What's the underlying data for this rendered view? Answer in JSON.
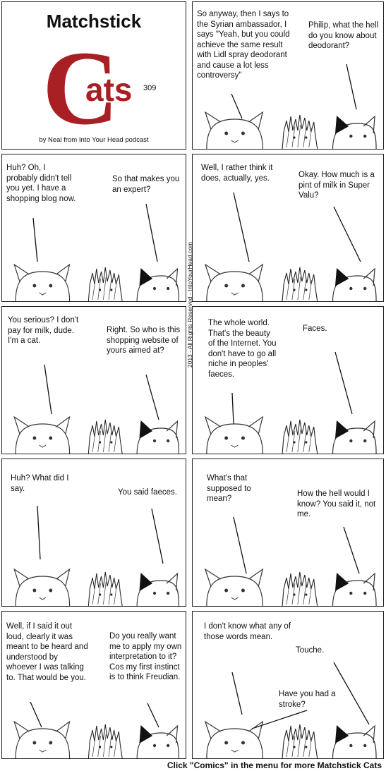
{
  "title": {
    "line1": "Matchstick",
    "logo_letter": "C",
    "logo_rest": "ats",
    "issue": "309",
    "byline": "by Neal from Into Your Head podcast"
  },
  "colors": {
    "logo_red": "#a81f24",
    "ink": "#111111"
  },
  "copyright": "2013 - All Rights Reserved - IntoYourHead.com",
  "panels": [
    {
      "texts": [
        "So anyway, then I says to the Syrian ambassador, I says \"Yeah, but you could achieve the same result with Lidl spray deodorant and cause a lot less controversy\"",
        "Philip, what the hell do you know about deodorant?"
      ]
    },
    {
      "texts": [
        "Huh? Oh, I probably didn't tell you yet. I have a shopping blog now.",
        "So that makes you an expert?"
      ]
    },
    {
      "texts": [
        "Well, I rather think it does, actually, yes.",
        "Okay. How much is a pint of milk in Super Valu?"
      ]
    },
    {
      "texts": [
        "You serious? I don't pay for milk, dude. I'm a cat.",
        "Right. So who is this shopping website of yours aimed at?"
      ]
    },
    {
      "texts": [
        "The whole world. That's the beauty of the Internet. You don't have to go all niche in peoples' faeces.",
        "Faces."
      ]
    },
    {
      "texts": [
        "Huh? What did I say.",
        "You said faeces."
      ]
    },
    {
      "texts": [
        "What's that supposed to mean?",
        "How the hell would I know? You said it, not me."
      ]
    },
    {
      "texts": [
        "Well, if I said it out loud, clearly it was meant to be heard and understood by whoever I was talking to. That would be you.",
        "Do you really want me to apply my own interpretation to it? Cos my first instinct is to think Freudian."
      ]
    },
    {
      "texts": [
        "I don't know what any of those words mean.",
        "Touche.",
        "Have you had a stroke?"
      ]
    }
  ],
  "footer": "Click \"Comics\" in the menu for more Matchstick Cats"
}
